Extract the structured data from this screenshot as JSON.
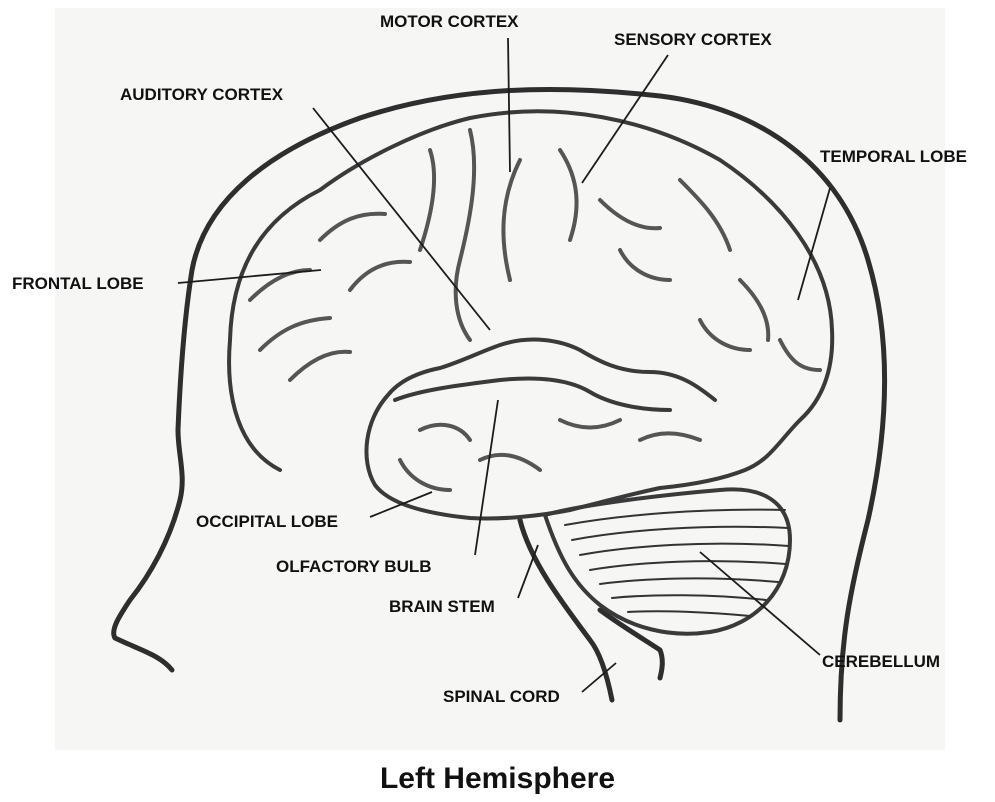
{
  "labels": {
    "motor_cortex": "MOTOR CORTEX",
    "sensory_cortex": "SENSORY CORTEX",
    "auditory_cortex": "AUDITORY CORTEX",
    "temporal_lobe": "TEMPORAL LOBE",
    "frontal_lobe": "FRONTAL LOBE",
    "occipital_lobe": "OCCIPITAL LOBE",
    "olfactory_bulb": "OLFACTORY BULB",
    "brain_stem": "BRAIN STEM",
    "cerebellum": "CEREBELLUM",
    "spinal_cord": "SPINAL CORD"
  },
  "caption": "Left Hemisphere"
}
